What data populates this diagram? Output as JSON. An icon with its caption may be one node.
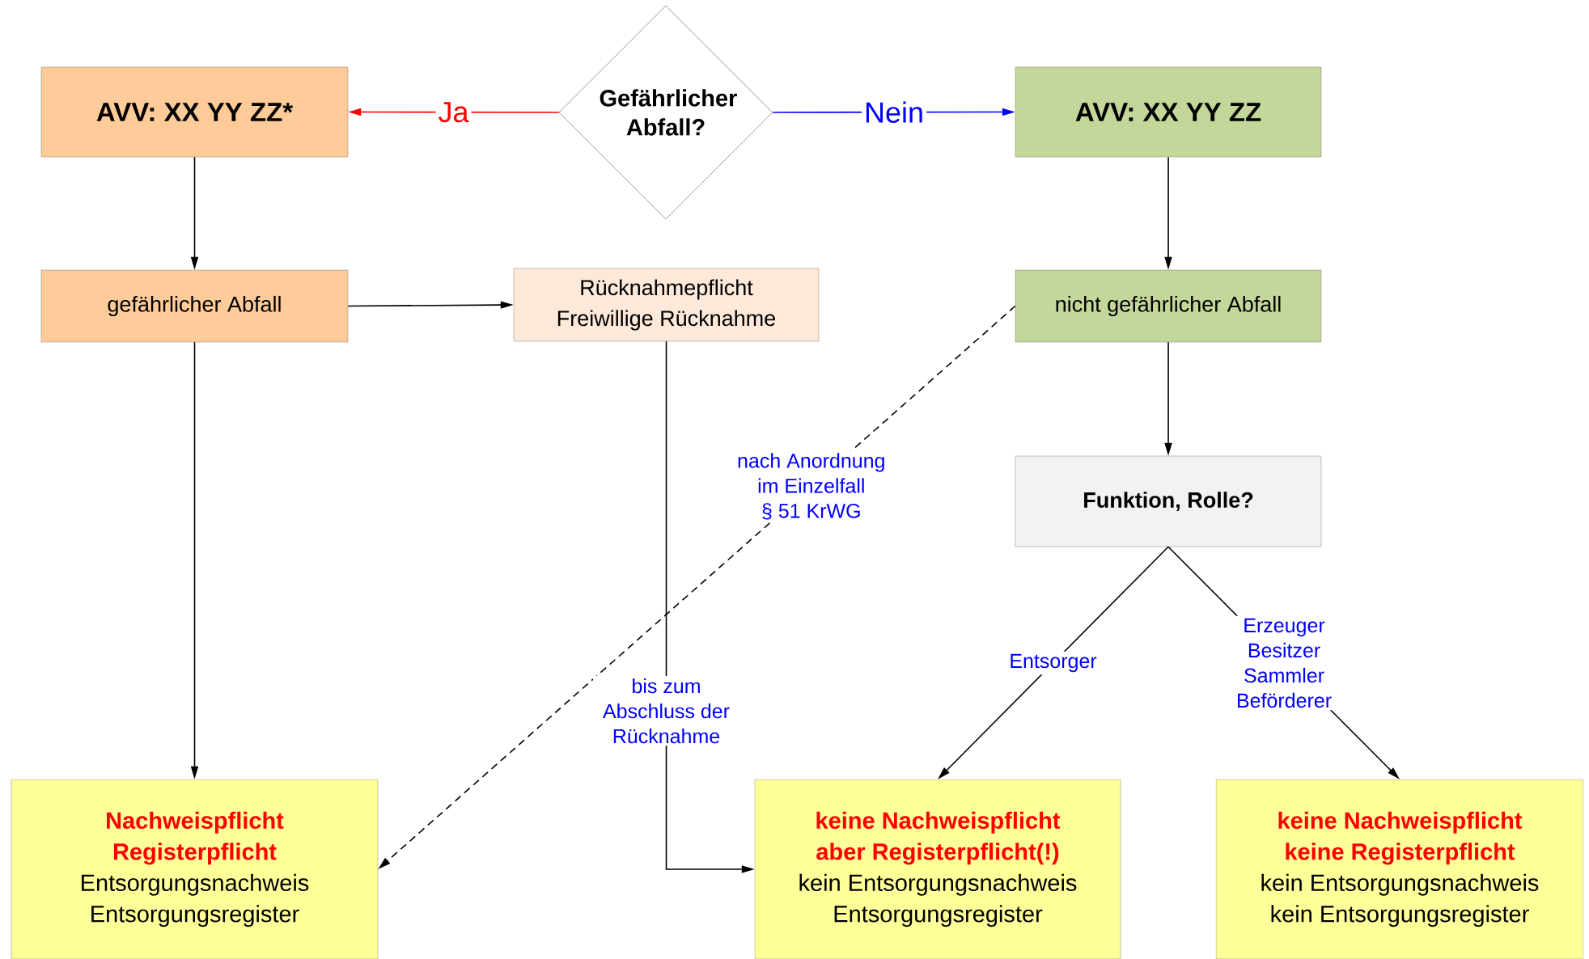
{
  "diagram": {
    "nodes": [
      {
        "text": [
          "Gefährlicher Abfall?"
        ]
      },
      {
        "text": [
          "AVV: XX YY ZZ*"
        ]
      },
      {
        "text": [
          "AVV: XX YY ZZ"
        ]
      },
      {
        "text": [
          "gefährlicher Abfall"
        ]
      },
      {
        "text": [
          "Rücknahmepflicht",
          "Freiwillige Rücknahme"
        ]
      },
      {
        "text": [
          "nicht gefährlicher Abfall"
        ]
      },
      {
        "text": [
          "Funktion, Rolle?"
        ]
      },
      {
        "text": [
          "Nachweispflicht",
          "Registerpflicht",
          "Entsorgungsnachweis",
          "Entsorgungsregister"
        ]
      },
      {
        "text": [
          "keine Nachweispflicht",
          "aber Registerpflicht(!)",
          "kein Entsorgungsnachweis",
          "Entsorgungsregister"
        ]
      },
      {
        "text": [
          "keine Nachweispflicht",
          "keine Registerpflicht",
          "kein Entsorgungsnachweis",
          "kein Entsorgungsregister"
        ]
      }
    ],
    "edges": [
      {
        "from": 0,
        "to": 1,
        "arrow": "to",
        "label": "Ja",
        "color": "#ff0000"
      },
      {
        "from": 0,
        "to": 2,
        "arrow": "to",
        "label": "Nein",
        "color": "#0000ff"
      },
      {
        "from": 1,
        "to": 3,
        "arrow": "to"
      },
      {
        "from": 3,
        "to": 4,
        "arrow": "to"
      },
      {
        "from": 2,
        "to": 5,
        "arrow": "to"
      },
      {
        "from": 3,
        "to": 7,
        "arrow": "to"
      },
      {
        "from": 5,
        "to": 7,
        "arrow": "to",
        "style": "dashed",
        "label": "nach Anordnung im Einzelfall § 51 KrWG"
      },
      {
        "from": 4,
        "to": 8,
        "arrow": "to",
        "label": "bis zum Abschluss der Rücknahme"
      },
      {
        "from": 5,
        "to": 6,
        "arrow": "to"
      },
      {
        "from": 6,
        "to": 8,
        "arrow": "to",
        "label": "Entsorger"
      },
      {
        "from": 6,
        "to": 9,
        "arrow": "to",
        "label": "Erzeuger Besitzer Sammler Beförderer"
      }
    ]
  }
}
